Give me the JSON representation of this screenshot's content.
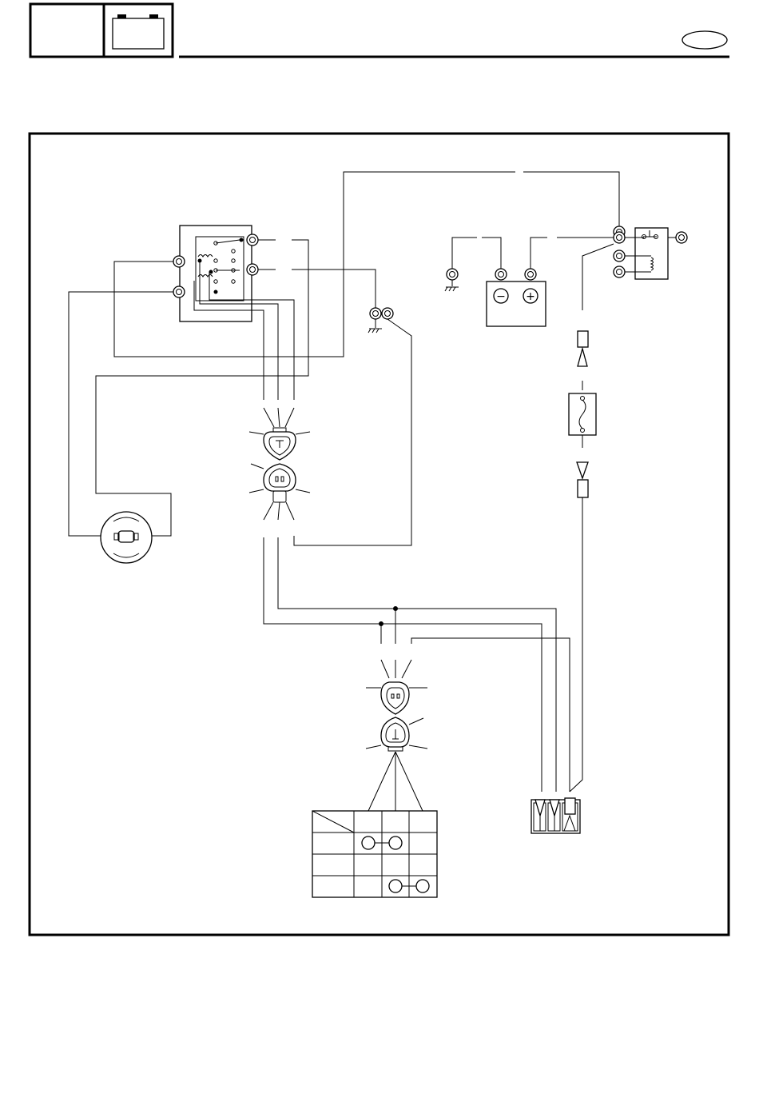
{
  "header": {
    "battery_icon": "battery-icon",
    "section_badge": "oval-badge"
  },
  "symbols": {
    "battery_negative": "−",
    "battery_positive": "+"
  },
  "components": [
    "starter-relay",
    "ground-terminal",
    "battery",
    "starter-solenoid",
    "inline-fuse",
    "starter-motor",
    "connector-upper",
    "connector-lower",
    "switch-continuity-table",
    "three-pin-connector"
  ]
}
